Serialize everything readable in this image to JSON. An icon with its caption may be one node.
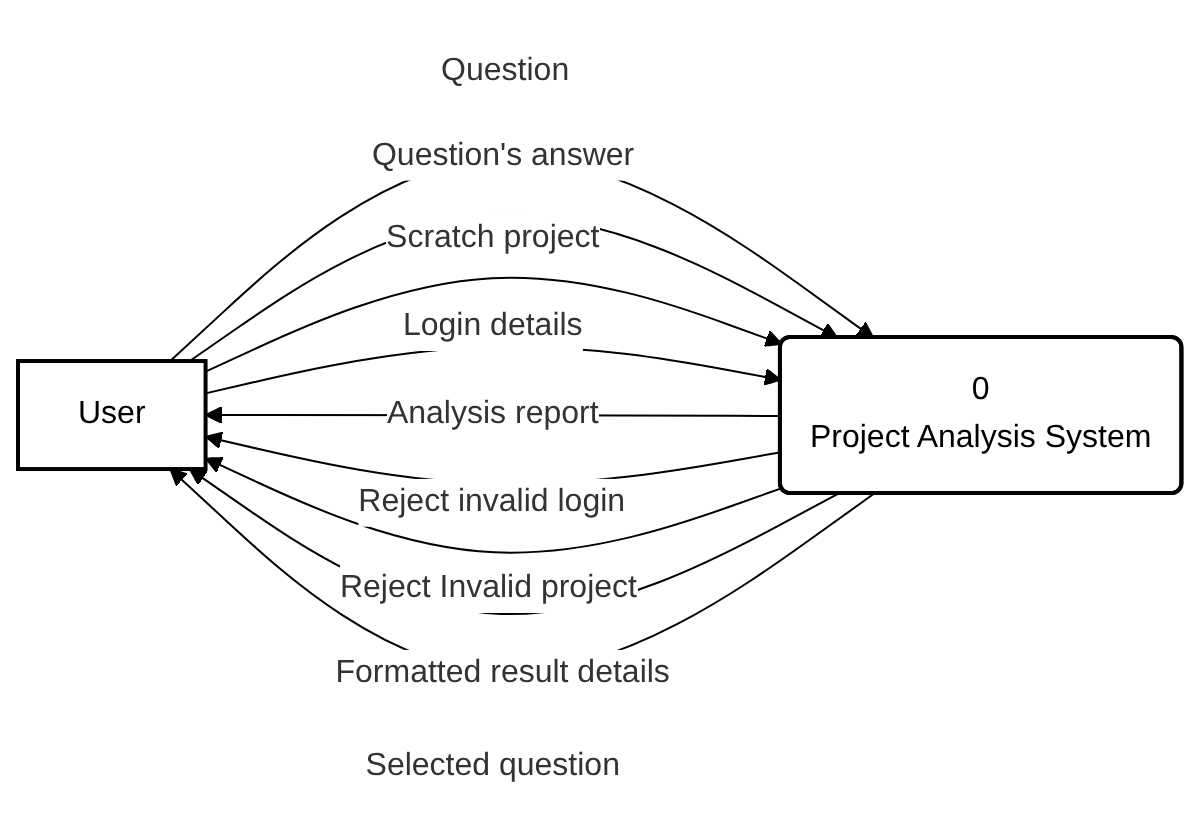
{
  "diagram": {
    "nodes": [
      {
        "text": [
          "User"
        ]
      },
      {
        "text": [
          "0",
          "Project Analysis System"
        ]
      }
    ],
    "edges": [
      {
        "from": 0,
        "to": 1,
        "arrow": "to",
        "label": "Question"
      },
      {
        "from": 0,
        "to": 1,
        "arrow": "to",
        "label": "Question's answer"
      },
      {
        "from": 0,
        "to": 1,
        "arrow": "to",
        "label": "Scratch project"
      },
      {
        "from": 0,
        "to": 1,
        "arrow": "to",
        "label": "Login details"
      },
      {
        "from": 1,
        "to": 0,
        "arrow": "to",
        "label": "Analysis report"
      },
      {
        "from": 1,
        "to": 0,
        "arrow": "to",
        "label": "Reject invalid login"
      },
      {
        "from": 1,
        "to": 0,
        "arrow": "to",
        "label": "Reject Invalid project"
      },
      {
        "from": 1,
        "to": 0,
        "arrow": "to",
        "label": "Formatted result details"
      },
      {
        "from": 1,
        "to": 0,
        "arrow": "to",
        "label": "Selected question"
      }
    ]
  }
}
